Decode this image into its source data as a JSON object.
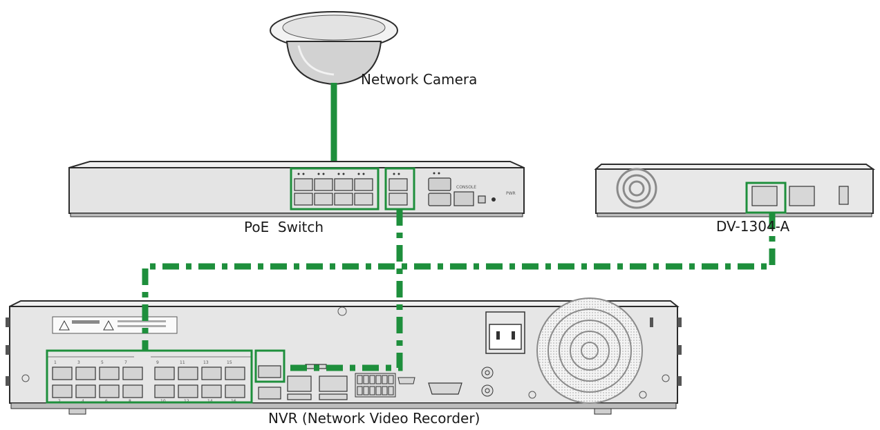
{
  "labels": {
    "camera": "Network Camera",
    "switch": "PoE  Switch",
    "device": "DV-1304-A",
    "nvr": "NVR (Network Video Recorder)"
  },
  "colors": {
    "link": "#1e8f3c",
    "device_body": "#e6e6e6",
    "device_edge": "#2b2b2b"
  },
  "nvr_port_numbers": {
    "top": [
      "1",
      "3",
      "5",
      "7",
      "9",
      "11",
      "13",
      "15"
    ],
    "bottom": [
      "2",
      "4",
      "6",
      "8",
      "10",
      "12",
      "14",
      "16"
    ]
  }
}
